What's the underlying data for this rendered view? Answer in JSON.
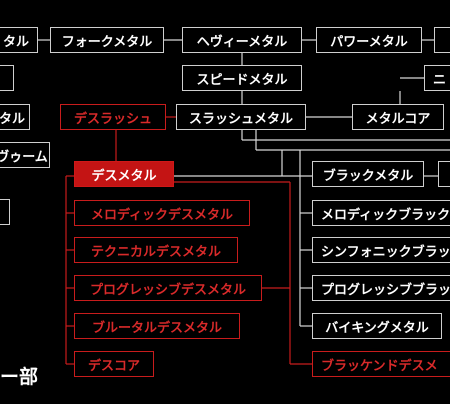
{
  "nodes": {
    "n_left_row1": "タル",
    "folk_metal": "フォークメタル",
    "heavy_metal": "ヘヴィーメタル",
    "power_metal": "パワーメタル",
    "n_right_row1": "",
    "n_left_row2": "",
    "speed_metal": "スピードメタル",
    "n_right_row2": "ニ",
    "n_left_row3": "タル",
    "death_thrash": "デスラッシュ",
    "thrash_metal": "スラッシュメタル",
    "metalcore": "メタルコア",
    "n_left_row4": "ヴゥーム",
    "death_metal": "デスメタル",
    "black_metal": "ブラックメタル",
    "n_right_row5": "",
    "melodic_death": "メロディックデスメタル",
    "melodic_black": "メロディックブラック",
    "technical_death": "テクニカルデスメタル",
    "symphonic_black": "シンフォニックブラッ",
    "progressive_death": "プログレッシブデスメタル",
    "progressive_black": "プログレッシブブラッ",
    "brutal_death": "ブルータルデスメタル",
    "viking_metal": "バイキングメタル",
    "deathcore": "デスコア",
    "blackened_death": "ブラッケンドデスメ",
    "n_left_row5": ""
  },
  "footer_text": "ー部",
  "colors": {
    "white_line": "#d8d8d8",
    "red_line": "#c81c1c",
    "red_fill": "#c41414"
  }
}
